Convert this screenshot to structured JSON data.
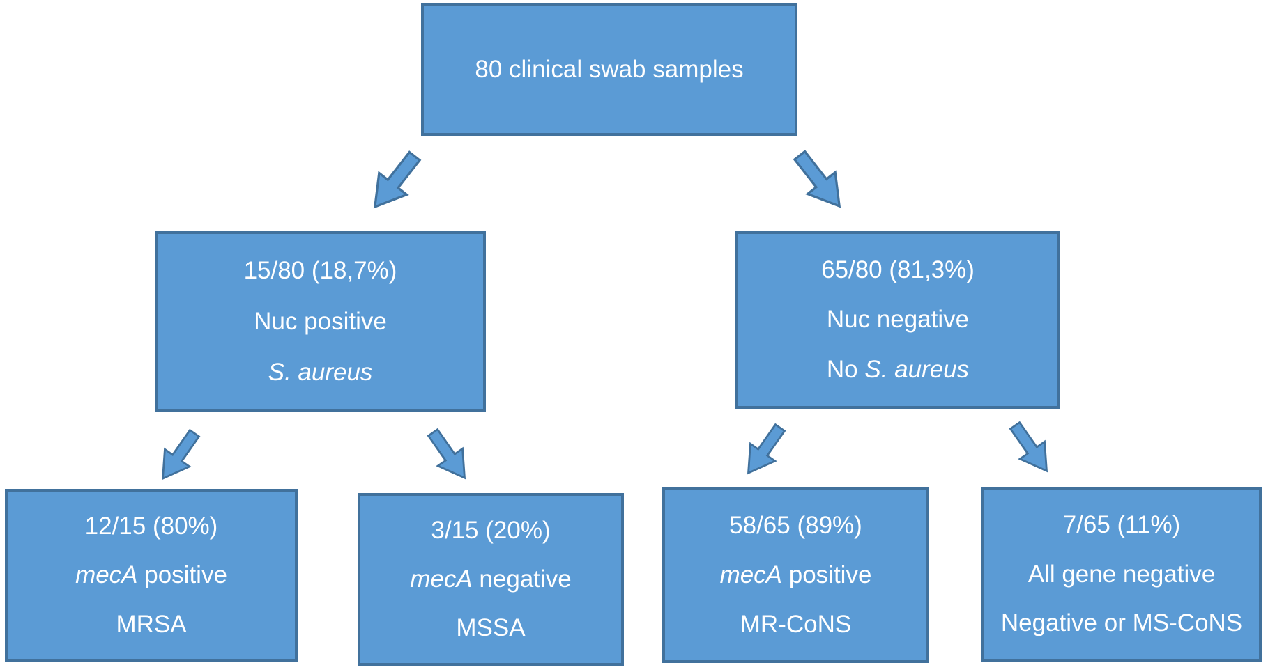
{
  "colors": {
    "box_fill": "#5b9bd5",
    "box_border": "#41719c",
    "arrow_fill": "#5b9bd5",
    "arrow_border": "#41719c",
    "text_color": "#ffffff",
    "background": "#ffffff"
  },
  "nodes": [
    {
      "id": "root",
      "lines": [
        [
          {
            "t": "80 clinical swab samples"
          }
        ]
      ]
    },
    {
      "id": "nuc-positive",
      "lines": [
        [
          {
            "t": "15/80 (18,7%)"
          }
        ],
        [
          {
            "t": "Nuc positive"
          }
        ],
        [
          {
            "t": "S. aureus",
            "i": true
          }
        ]
      ]
    },
    {
      "id": "nuc-negative",
      "lines": [
        [
          {
            "t": "65/80 (81,3%)"
          }
        ],
        [
          {
            "t": "Nuc negative"
          }
        ],
        [
          {
            "t": "No "
          },
          {
            "t": "S. aureus",
            "i": true
          }
        ]
      ]
    },
    {
      "id": "mrsa",
      "lines": [
        [
          {
            "t": "12/15 (80%)"
          }
        ],
        [
          {
            "t": "mecA",
            "i": true
          },
          {
            "t": " positive"
          }
        ],
        [
          {
            "t": "MRSA"
          }
        ]
      ]
    },
    {
      "id": "mssa",
      "lines": [
        [
          {
            "t": "3/15 (20%)"
          }
        ],
        [
          {
            "t": "mecA",
            "i": true
          },
          {
            "t": " negative"
          }
        ],
        [
          {
            "t": "MSSA"
          }
        ]
      ]
    },
    {
      "id": "mr-cons",
      "lines": [
        [
          {
            "t": "58/65 (89%)"
          }
        ],
        [
          {
            "t": "mecA",
            "i": true
          },
          {
            "t": " positive"
          }
        ],
        [
          {
            "t": "MR-CoNS"
          }
        ]
      ]
    },
    {
      "id": "negative",
      "lines": [
        [
          {
            "t": "7/65 (11%)"
          }
        ],
        [
          {
            "t": "All gene negative"
          }
        ],
        [
          {
            "t": "Negative or MS-CoNS"
          }
        ]
      ]
    }
  ],
  "edges": [
    {
      "from": "root",
      "to": "nuc-positive"
    },
    {
      "from": "root",
      "to": "nuc-negative"
    },
    {
      "from": "nuc-positive",
      "to": "mrsa"
    },
    {
      "from": "nuc-positive",
      "to": "mssa"
    },
    {
      "from": "nuc-negative",
      "to": "mr-cons"
    },
    {
      "from": "nuc-negative",
      "to": "negative"
    }
  ]
}
